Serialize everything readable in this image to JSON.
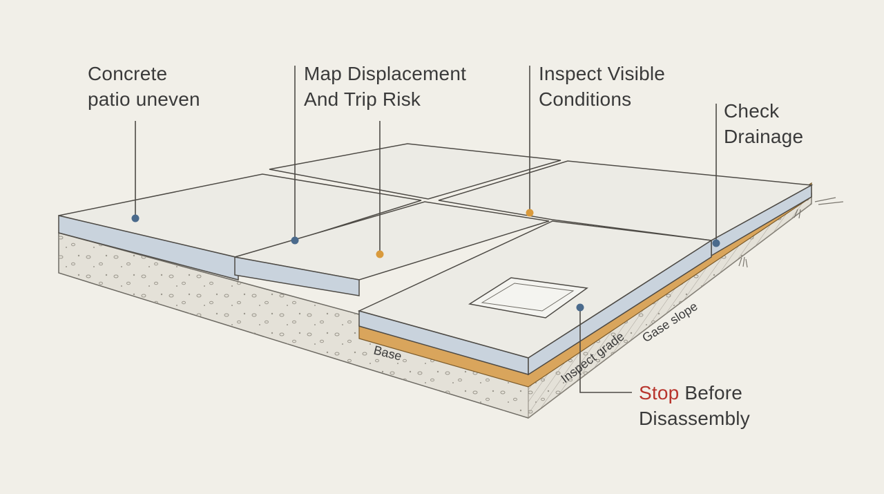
{
  "callouts": {
    "concrete": {
      "line1": "Concrete",
      "line2": "patio uneven"
    },
    "displacement": {
      "line1": "Map Displacement",
      "line2": "And Trip Risk"
    },
    "inspect": {
      "line1": "Inspect Visible",
      "line2": "Conditions"
    },
    "drainage": {
      "line1": "Check",
      "line2": "Drainage"
    },
    "stop": {
      "highlight": "Stop",
      "rest": " Before",
      "line2": "Disassembly"
    }
  },
  "small_labels": {
    "base": "Base",
    "inspect_grade": "Inspect grade",
    "base_slope": "Gase slope"
  },
  "colors": {
    "background": "#f1efe8",
    "slab_top": "#ecebe5",
    "slab_edge": "#c9d3dd",
    "gravel": "#e4e1d8",
    "sand_layer": "#d9a55c",
    "dot_blue": "#4a6a8c",
    "dot_orange": "#d99a3c",
    "stop_red": "#b8352d"
  }
}
